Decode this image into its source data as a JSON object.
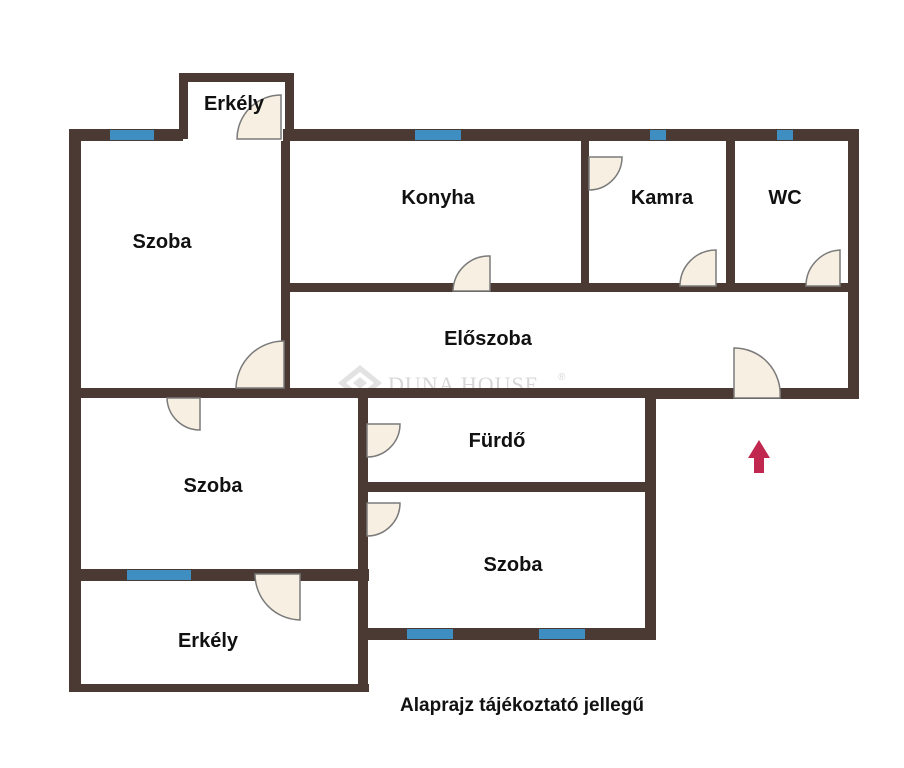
{
  "rooms": {
    "erkely_top": "Erkély",
    "szoba_top_left": "Szoba",
    "konyha": "Konyha",
    "kamra": "Kamra",
    "wc": "WC",
    "eloszoba": "Előszoba",
    "szoba_middle": "Szoba",
    "furdo": "Fürdő",
    "szoba_bottom_right": "Szoba",
    "erkely_bottom": "Erkély"
  },
  "caption": "Alaprajz tájékoztató jellegű",
  "watermark": {
    "text": "DUNA HOUSE",
    "symbol": "®"
  },
  "colors": {
    "wall": "#4a3a33",
    "window": "#3f8ec2",
    "door_fill": "#f7f0e2",
    "door_line": "#7a7a7a",
    "arrow": "#c0284f",
    "watermark": "#d6d6d6"
  },
  "icons": {
    "entrance": "up-arrow-icon",
    "watermark": "diamond-logo-icon"
  }
}
